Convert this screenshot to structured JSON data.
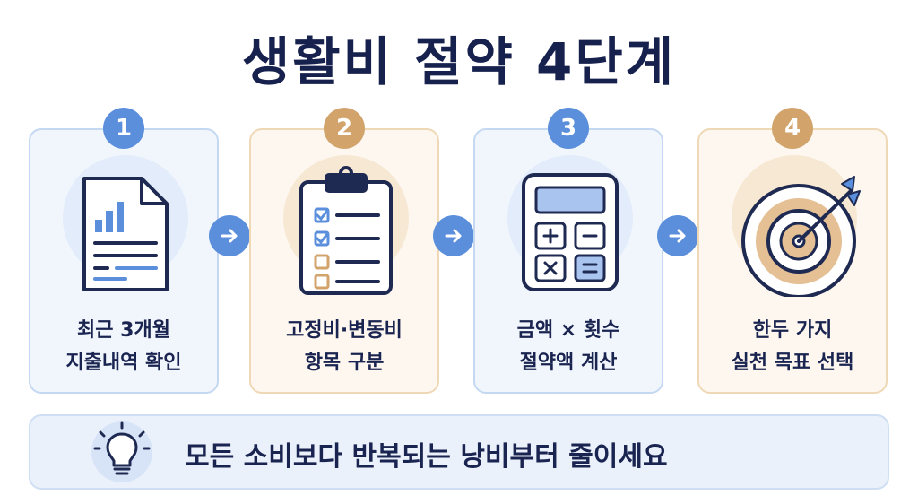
{
  "title": "생활비 절약 4단계",
  "steps": [
    {
      "number": "1",
      "line1": "최근 3개월",
      "line2": "지출내역 확인",
      "icon": "spending-report-icon",
      "accent": "#5b8fdc"
    },
    {
      "number": "2",
      "line1": "고정비·변동비",
      "line2": "항목 구분",
      "icon": "clipboard-checklist-icon",
      "accent": "#d2a36b"
    },
    {
      "number": "3",
      "line1": "금액 × 횟수",
      "line2": "절약액 계산",
      "icon": "calculator-icon",
      "accent": "#5b8fdc"
    },
    {
      "number": "4",
      "line1": "한두 가지",
      "line2": "실천 목표 선택",
      "icon": "target-dart-icon",
      "accent": "#d2a36b"
    }
  ],
  "tip": {
    "icon": "lightbulb-icon",
    "text": "모든 소비보다 반복되는 낭비부터 줄이세요"
  },
  "colors": {
    "navy": "#17214d",
    "blue": "#5b8fdc",
    "tan": "#d2a36b"
  }
}
